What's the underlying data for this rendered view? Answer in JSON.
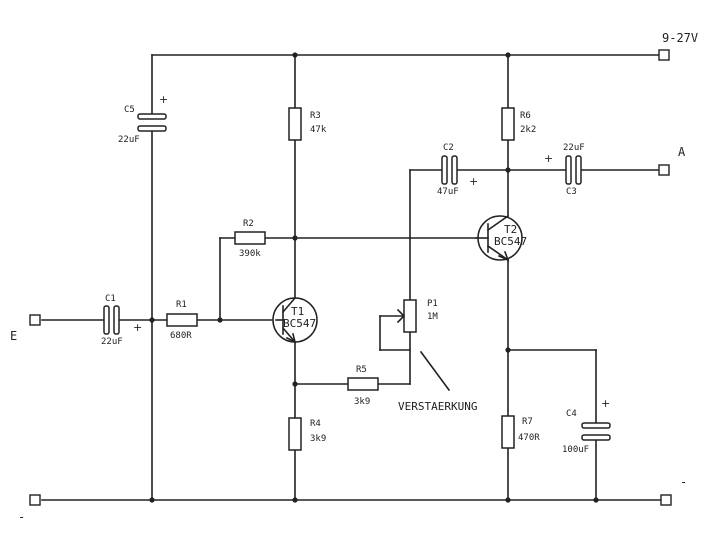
{
  "terminals": {
    "supply": "9-27V",
    "input": "E",
    "output": "A",
    "ground_left": "-",
    "ground_right": "-"
  },
  "components": {
    "C5": {
      "name": "C5",
      "value": "22uF"
    },
    "C1": {
      "name": "C1",
      "value": "22uF"
    },
    "C2": {
      "name": "C2",
      "value": "47uF"
    },
    "C3": {
      "name": "C3",
      "value": "22uF"
    },
    "C4": {
      "name": "C4",
      "value": "100uF"
    },
    "R1": {
      "name": "R1",
      "value": "680R"
    },
    "R2": {
      "name": "R2",
      "value": "390k"
    },
    "R3": {
      "name": "R3",
      "value": "47k"
    },
    "R4": {
      "name": "R4",
      "value": "3k9"
    },
    "R5": {
      "name": "R5",
      "value": "3k9"
    },
    "R6": {
      "name": "R6",
      "value": "2k2"
    },
    "R7": {
      "name": "R7",
      "value": "470R"
    },
    "P1": {
      "name": "P1",
      "value": "1M"
    },
    "T1": {
      "name": "T1",
      "type": "BC547"
    },
    "T2": {
      "name": "T2",
      "type": "BC547"
    }
  },
  "annotations": {
    "gain": "VERSTAERKUNG",
    "plus": "+"
  }
}
